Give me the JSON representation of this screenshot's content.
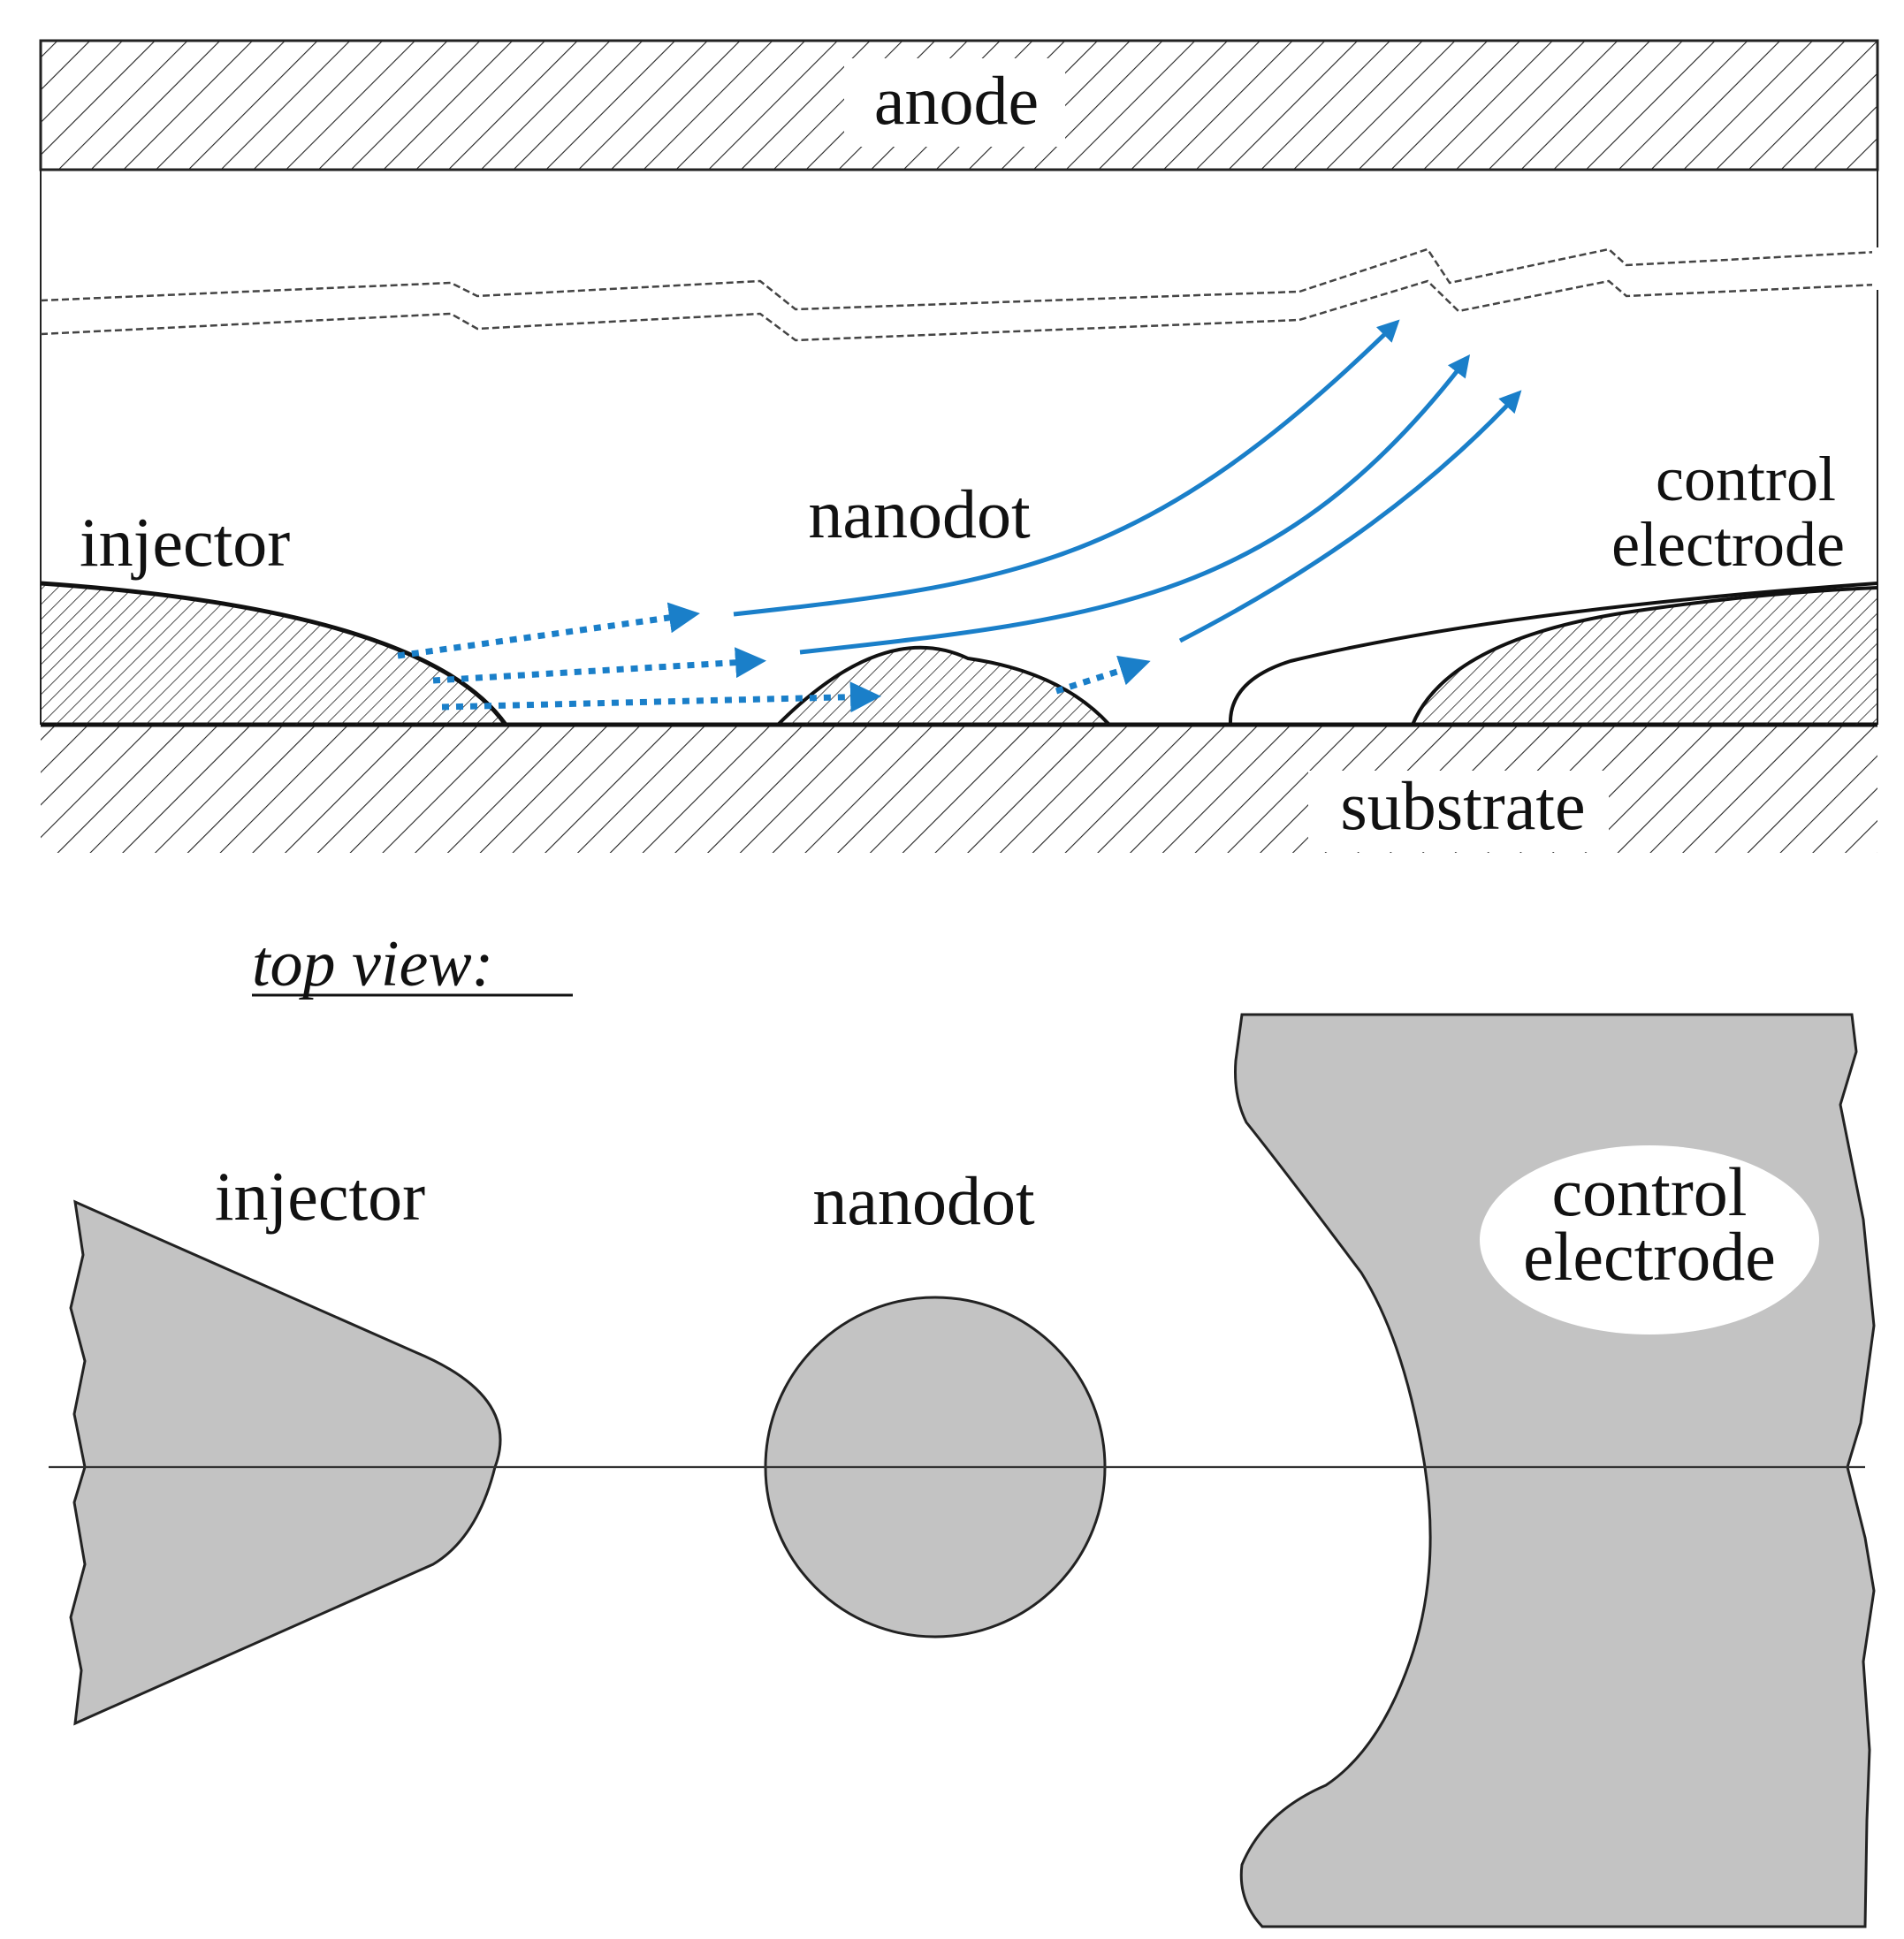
{
  "cross_section": {
    "anode_label": "anode",
    "substrate_label": "substrate",
    "injector_label": "injector",
    "nanodot_label": "nanodot",
    "control_label_line1": "control",
    "control_label_line2": "electrode"
  },
  "top_view": {
    "heading": "top view:",
    "injector_label": "injector",
    "nanodot_label": "nanodot",
    "control_label_line1": "control",
    "control_label_line2": "electrode"
  },
  "colors": {
    "arrow": "#1a7fc9",
    "fill_gray": "#c3c3c3",
    "outline": "#222222"
  }
}
